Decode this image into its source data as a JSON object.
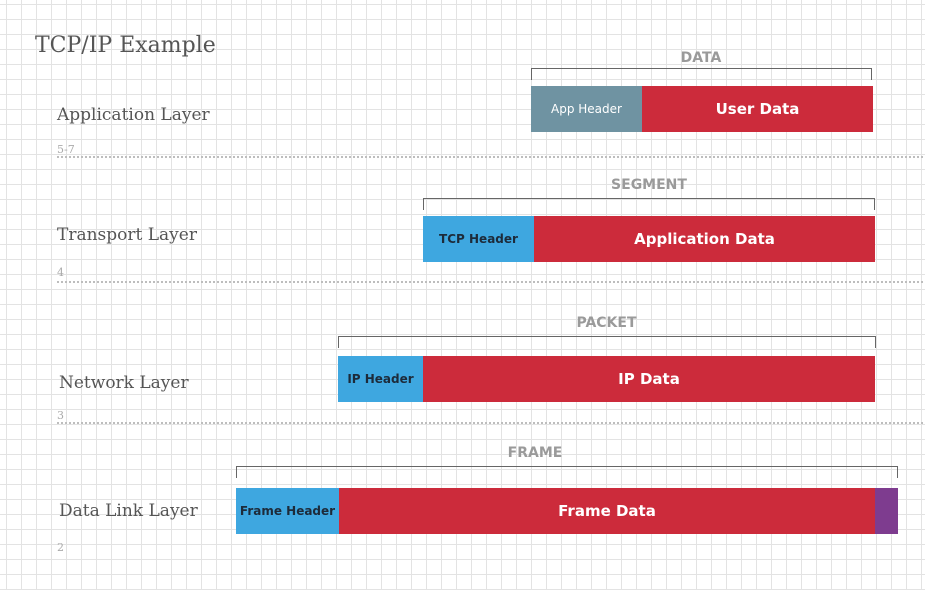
{
  "title": "TCP/IP Example",
  "colors": {
    "app_header": "#6f93a2",
    "header": "#3ea7e0",
    "data": "#cc2b3b",
    "frame_trailer": "#7e3c8f"
  },
  "layers": [
    {
      "name": "Application Layer",
      "number": "5-7",
      "unit": "DATA",
      "header": "App Header",
      "data": "User Data"
    },
    {
      "name": "Transport Layer",
      "number": "4",
      "unit": "SEGMENT",
      "header": "TCP Header",
      "data": "Application Data"
    },
    {
      "name": "Network Layer",
      "number": "3",
      "unit": "PACKET",
      "header": "IP Header",
      "data": "IP Data"
    },
    {
      "name": "Data Link Layer",
      "number": "2",
      "unit": "FRAME",
      "header": "Frame Header",
      "data": "Frame Data"
    }
  ]
}
